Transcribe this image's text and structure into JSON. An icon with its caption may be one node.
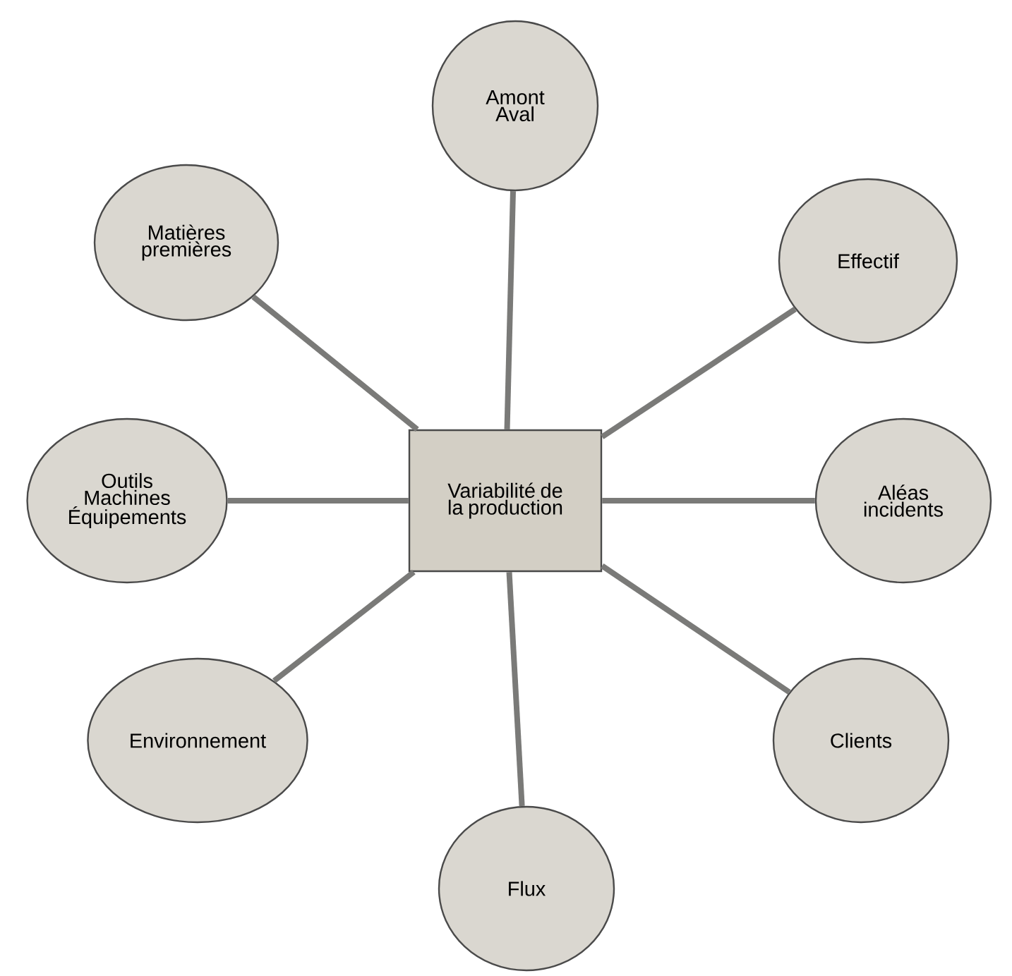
{
  "diagram": {
    "nodes": [
      {
        "text": [
          "Amont Aval"
        ]
      },
      {
        "text": [
          "Matières premières"
        ]
      },
      {
        "text": [
          "Effectif"
        ]
      },
      {
        "text": [
          "Outils Machines Équipements"
        ]
      },
      {
        "text": [
          "Variabilité de la production"
        ]
      },
      {
        "text": [
          "Aléas incidents"
        ]
      },
      {
        "text": [
          "Environnement"
        ]
      },
      {
        "text": [
          "Clients"
        ]
      },
      {
        "text": [
          "Flux"
        ]
      }
    ],
    "edges": [
      {
        "from": 4,
        "to": 0,
        "arrow": "none"
      },
      {
        "from": 4,
        "to": 1,
        "arrow": "none"
      },
      {
        "from": 4,
        "to": 2,
        "arrow": "none"
      },
      {
        "from": 4,
        "to": 3,
        "arrow": "none"
      },
      {
        "from": 4,
        "to": 5,
        "arrow": "none"
      },
      {
        "from": 4,
        "to": 6,
        "arrow": "none"
      },
      {
        "from": 4,
        "to": 7,
        "arrow": "none"
      },
      {
        "from": 4,
        "to": 8,
        "arrow": "none"
      }
    ]
  }
}
